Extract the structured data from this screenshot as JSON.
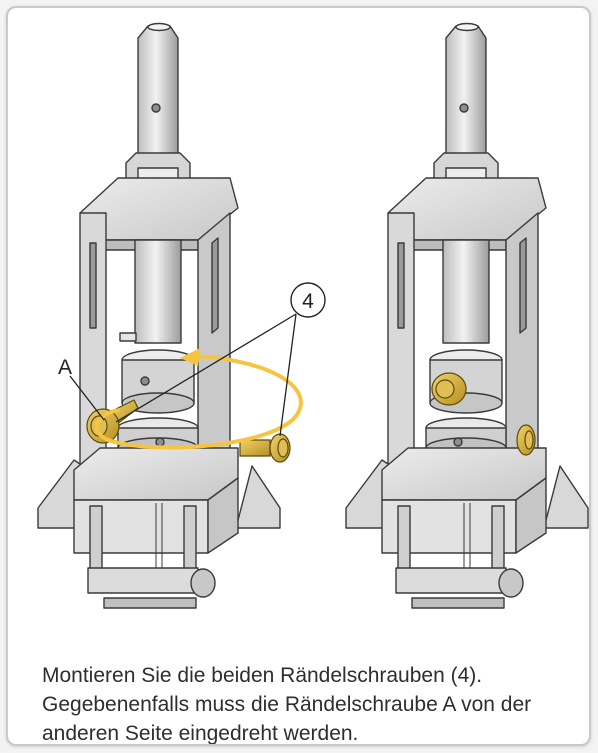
{
  "figure": {
    "callout_number": "4",
    "callout_letter": "A"
  },
  "colors": {
    "accent_arrow": "#f5c542",
    "brass_screw": "#c9a227",
    "metal_light": "#e4e4e4",
    "metal_mid": "#c4c4c4",
    "metal_dark": "#8e8e8e",
    "outline": "#3a3a3a"
  },
  "caption": {
    "line1": "Montieren Sie die beiden Rändelschrauben (4).",
    "line2": "Gegebenenfalls muss die Rändelschraube A von der",
    "line3": "anderen Seite eingedreht werden."
  }
}
